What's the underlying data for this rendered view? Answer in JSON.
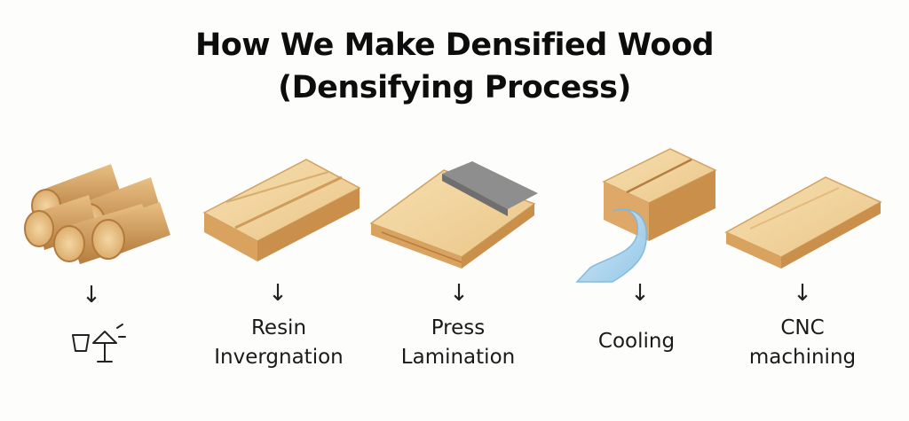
{
  "title": {
    "line1": "How We Make Densified Wood",
    "line2": "(Densifying Process)"
  },
  "steps": [
    {
      "icon": "wood-logs-icon",
      "arrow": "↓",
      "label_line1": "",
      "label_line2": ""
    },
    {
      "icon": "resin-boards-icon",
      "arrow": "↓",
      "label_line1": "Resin",
      "label_line2": "Invergnation"
    },
    {
      "icon": "press-plate-icon",
      "arrow": "↓",
      "label_line1": "Press",
      "label_line2": "Lamination"
    },
    {
      "icon": "cooling-block-icon",
      "arrow": "↓",
      "label_line1": "Cooling",
      "label_line2": ""
    },
    {
      "icon": "cnc-board-icon",
      "arrow": "↓",
      "label_line1": "CNC",
      "label_line2": "machining"
    }
  ],
  "colors": {
    "wood_light": "#f1d49e",
    "wood_mid": "#e3b676",
    "wood_dark": "#c98f4b",
    "press_plate": "#8e8e8e",
    "coolant": "#a9d4ee"
  }
}
